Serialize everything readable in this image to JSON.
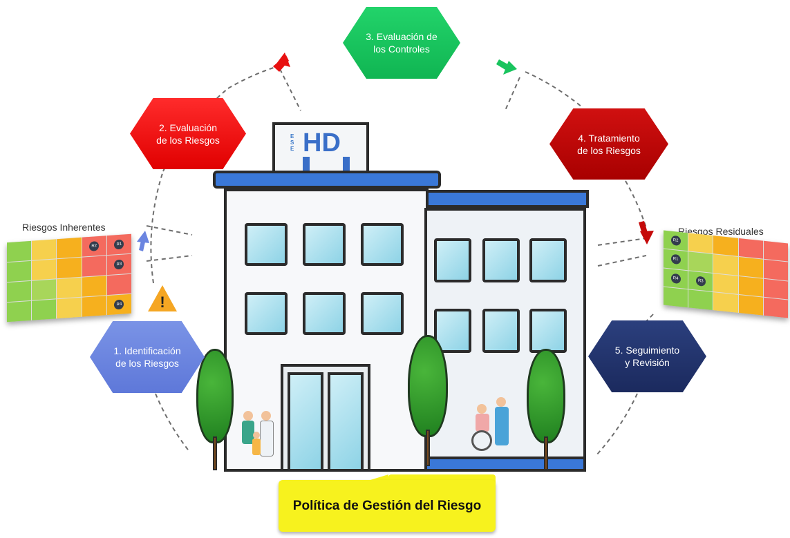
{
  "steps": [
    {
      "label": "1. Identificación\nde los Riesgos",
      "color": "#6b85e0"
    },
    {
      "label": "2. Evaluación\nde los Riesgos",
      "color": "#f01414"
    },
    {
      "label": "3. Evaluación de\nlos Controles",
      "color": "#19c45e"
    },
    {
      "label": "4. Tratamiento\nde los Riesgos",
      "color": "#bf0808"
    },
    {
      "label": "5. Seguimiento\ny Revisión",
      "color": "#22346c"
    }
  ],
  "inherent_risks": {
    "title": "Riesgos Inherentes",
    "markers": [
      "R2",
      "R1",
      "R3",
      "R4"
    ]
  },
  "residual_risks": {
    "title": "Riesgos Residuales",
    "markers": [
      "R2",
      "R1",
      "R4",
      "R3"
    ]
  },
  "building_logo": {
    "letters": "HD",
    "side_text": "ESE"
  },
  "policy": {
    "label": "Política de Gestión del Riesgo",
    "color": "#f7f21e"
  },
  "icons": {
    "warning": "warning-icon",
    "arrows": [
      "blue-arrow-icon",
      "red-arrow-icon",
      "green-arrow-icon",
      "red-arrow-icon"
    ]
  }
}
